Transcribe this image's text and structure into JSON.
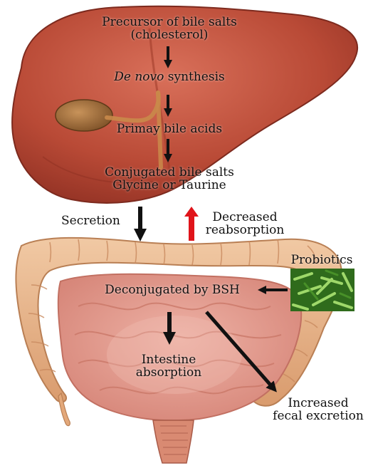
{
  "labels": {
    "precursor_line1": "Precursor of bile salts",
    "precursor_line2": "(cholesterol)",
    "de_novo_italic": "De novo",
    "de_novo_rest": " synthesis",
    "primary_acids": "Primay bile acids",
    "conjugated_line1": "Conjugated bile salts",
    "conjugated_line2": "Glycine or Taurine",
    "secretion": "Secretion",
    "decreased_line1": "Decreased",
    "decreased_line2": "reabsorption",
    "probiotics": "Probiotics",
    "deconjugated": "Deconjugated by BSH",
    "intestine_line1": "Intestine",
    "intestine_line2": "absorption",
    "fecal_line1": "Increased",
    "fecal_line2": "fecal excretion"
  },
  "colors": {
    "liver": "#b94a36",
    "liver_shadow": "#8e2f22",
    "gallbladder": "#9a6b3a",
    "colon": "#e8b48a",
    "colon_shadow": "#c98a5f",
    "small_intestine": "#e59a8c",
    "arrow_black": "#111111",
    "arrow_red": "#e0141a",
    "bacteria_bg": "#2f6b1c",
    "bacteria_rods": "#9fd86a"
  }
}
